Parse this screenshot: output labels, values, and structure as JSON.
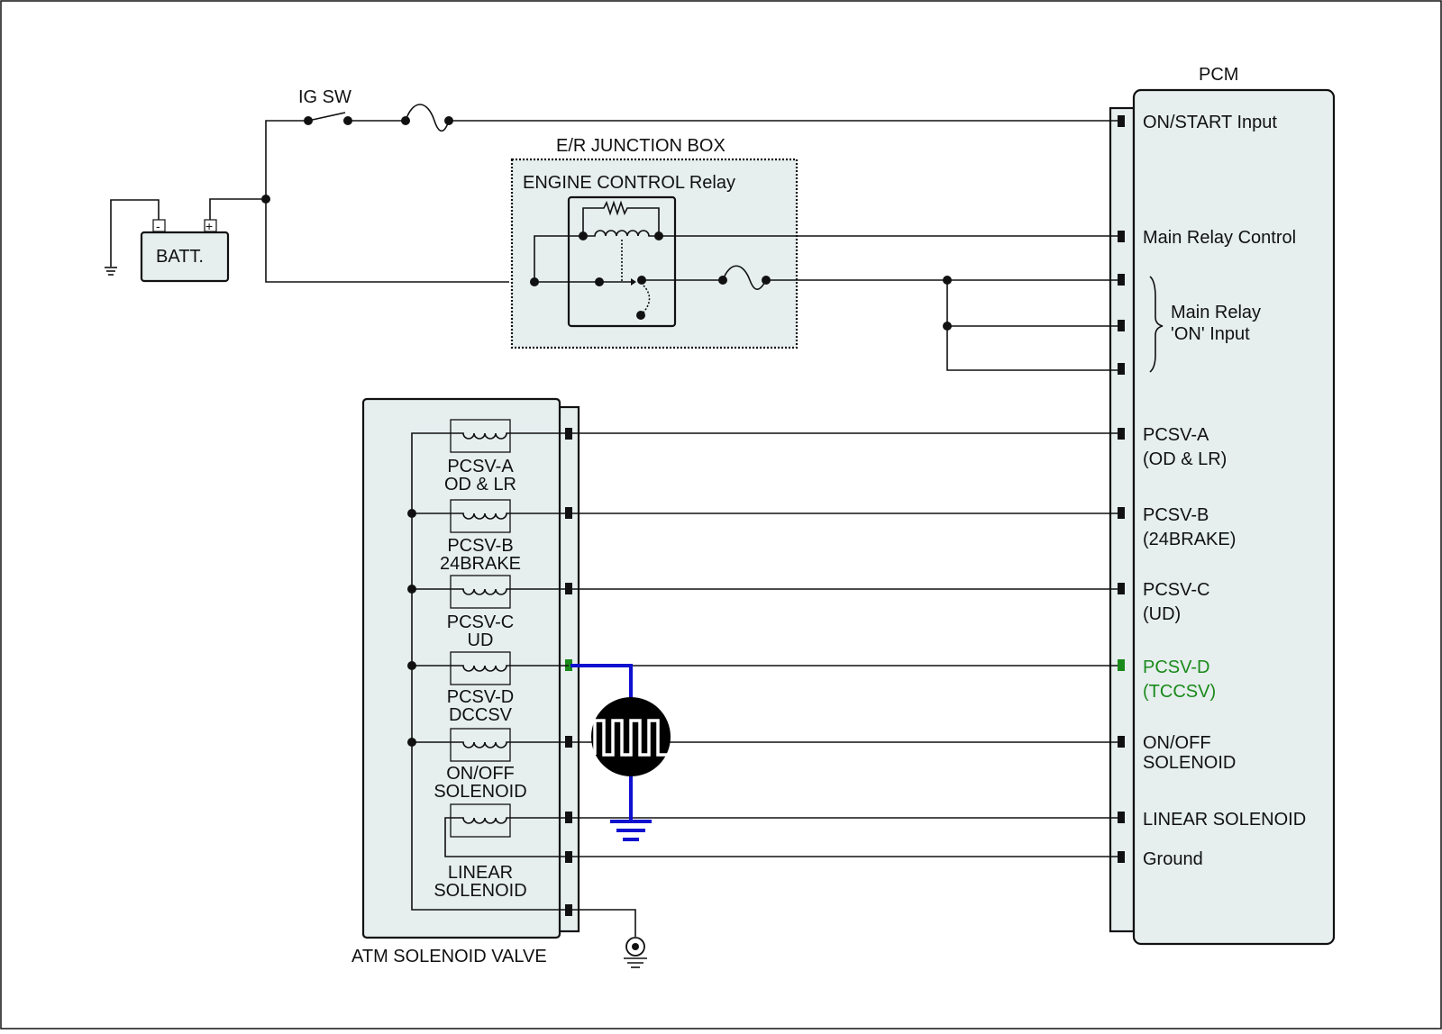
{
  "labels": {
    "pcm_title": "PCM",
    "ig_sw": "IG SW",
    "batt": "BATT.",
    "batt_minus": "-",
    "batt_plus": "+",
    "junction_box": "E/R JUNCTION BOX",
    "relay": "ENGINE CONTROL Relay",
    "atm_title": "ATM SOLENOID VALVE"
  },
  "pcm_pins": {
    "on_start": "ON/START Input",
    "main_relay_control": "Main Relay Control",
    "main_relay_on_1": "Main Relay",
    "main_relay_on_2": "'ON' Input",
    "pcsv_a_1": "PCSV-A",
    "pcsv_a_2": "(OD & LR)",
    "pcsv_b_1": "PCSV-B",
    "pcsv_b_2": "(24BRAKE)",
    "pcsv_c_1": "PCSV-C",
    "pcsv_c_2": "(UD)",
    "pcsv_d_1": "PCSV-D",
    "pcsv_d_2": "(TCCSV)",
    "onoff_1": "ON/OFF",
    "onoff_2": "SOLENOID",
    "linear": "LINEAR SOLENOID",
    "ground": "Ground"
  },
  "solenoids": {
    "a_1": "PCSV-A",
    "a_2": "OD & LR",
    "b_1": "PCSV-B",
    "b_2": "24BRAKE",
    "c_1": "PCSV-C",
    "c_2": "UD",
    "d_1": "PCSV-D",
    "d_2": "DCCSV",
    "e_1": "ON/OFF",
    "e_2": "SOLENOID",
    "f_1": "LINEAR",
    "f_2": "SOLENOID"
  },
  "colors": {
    "highlight_text": "#1a8a1a",
    "probe_wire": "#1010d0",
    "panel_fill": "#e6eeee"
  },
  "icons": [
    "ground-icon",
    "fuse-icon",
    "switch-icon",
    "coil-icon",
    "relay-icon",
    "square-wave-icon",
    "chassis-ground-icon"
  ]
}
